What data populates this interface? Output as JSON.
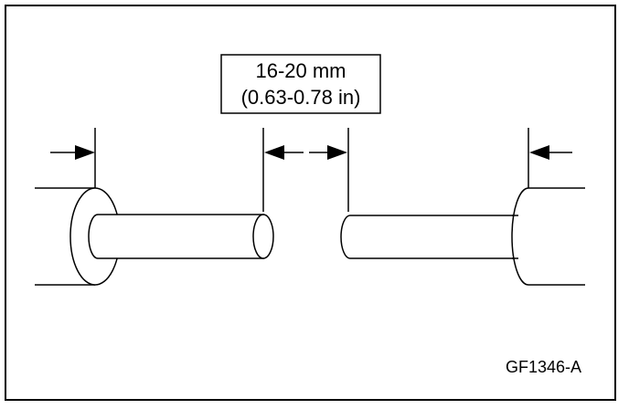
{
  "dimension": {
    "metric": "16-20 mm",
    "imperial": "(0.63-0.78 in)"
  },
  "figure_id": "GF1346-A",
  "colors": {
    "line": "#000000",
    "background": "#ffffff"
  }
}
